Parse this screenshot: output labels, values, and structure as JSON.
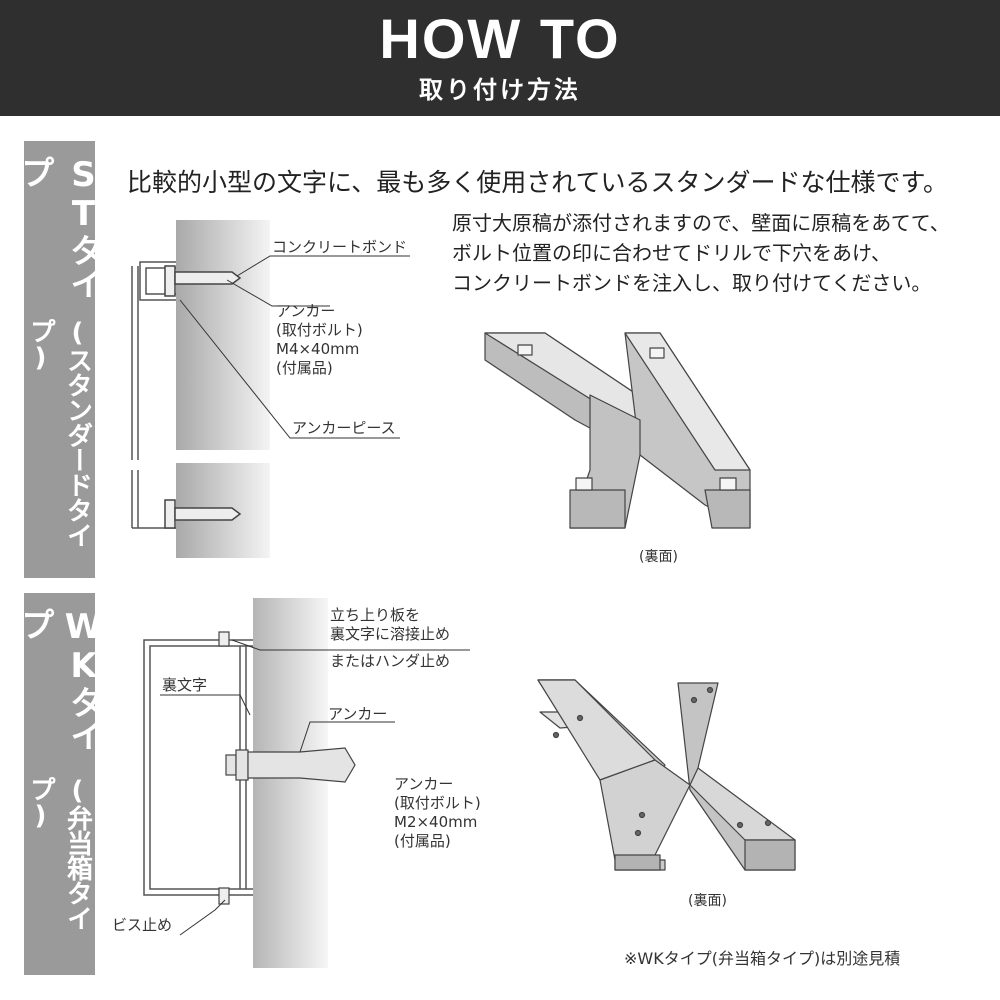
{
  "header": {
    "title": "HOW TO",
    "subtitle": "取り付け方法"
  },
  "st": {
    "side_title": "STタイプ",
    "side_sub": "(スタンダードタイプ)",
    "lead": "比較的小型の文字に、最も多く使用されているスタンダードな仕様です。",
    "instructions": [
      "原寸大原稿が添付されますので、壁面に原稿をあてて、",
      "ボルト位置の印に合わせてドリルで下穴をあけ、",
      "コンクリートボンドを注入し、取り付けてください。"
    ],
    "label_bond": "コンクリートボンド",
    "label_anchor": [
      "アンカー",
      "(取付ボルト)",
      "M4×40mm",
      "(付属品)"
    ],
    "label_piece": "アンカーピース",
    "caption": "(裏面)"
  },
  "wk": {
    "side_title": "WKタイプ",
    "side_sub": "(弁当箱タイプ)",
    "label_weld": [
      "立ち上り板を",
      "裏文字に溶接止め",
      "またはハンダ止め"
    ],
    "label_back": "裏文字",
    "label_anchor_short": "アンカー",
    "label_anchor": [
      "アンカー",
      "(取付ボルト)",
      "M2×40mm",
      "(付属品)"
    ],
    "label_screw": "ビス止め",
    "caption": "(裏面)",
    "note": "※WKタイプ(弁当箱タイプ)は別途見積"
  }
}
